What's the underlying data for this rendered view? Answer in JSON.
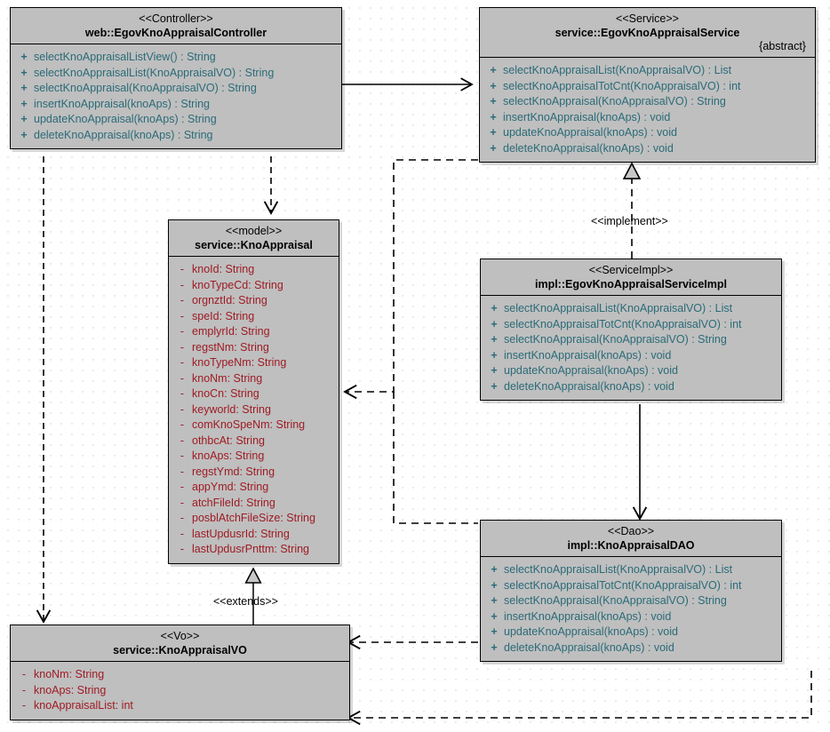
{
  "diagram": {
    "title": "EgovKnoAppraisal UML Class Diagram",
    "colors": {
      "box_fill": "#bfbfbf",
      "border": "#000000",
      "operation_text": "#2a6b78",
      "attribute_text": "#9e1b24",
      "canvas": "#ffffff",
      "grid_dot": "#b0b0b0"
    }
  },
  "classes": {
    "controller": {
      "stereotype": "<<Controller>>",
      "name": "web::EgovKnoAppraisalController",
      "members": [
        {
          "vis": "+",
          "text": "selectKnoAppraisalListView() : String"
        },
        {
          "vis": "+",
          "text": "selectKnoAppraisalList(KnoAppraisalVO) : String"
        },
        {
          "vis": "+",
          "text": "selectKnoAppraisal(KnoAppraisalVO) : String"
        },
        {
          "vis": "+",
          "text": "insertKnoAppraisal(knoAps) : String"
        },
        {
          "vis": "+",
          "text": "updateKnoAppraisal(knoAps) : String"
        },
        {
          "vis": "+",
          "text": "deleteKnoAppraisal(knoAps) : String"
        }
      ]
    },
    "service": {
      "stereotype": "<<Service>>",
      "name": "service::EgovKnoAppraisalService",
      "tag": "{abstract}",
      "members": [
        {
          "vis": "+",
          "text": "selectKnoAppraisalList(KnoAppraisalVO) : List"
        },
        {
          "vis": "+",
          "text": "selectKnoAppraisalTotCnt(KnoAppraisalVO) : int"
        },
        {
          "vis": "+",
          "text": "selectKnoAppraisal(KnoAppraisalVO) : String"
        },
        {
          "vis": "+",
          "text": "insertKnoAppraisal(knoAps) : void"
        },
        {
          "vis": "+",
          "text": "updateKnoAppraisal(knoAps) : void"
        },
        {
          "vis": "+",
          "text": "deleteKnoAppraisal(knoAps) : void"
        }
      ]
    },
    "model": {
      "stereotype": "<<model>>",
      "name": "service::KnoAppraisal",
      "members": [
        {
          "vis": "-",
          "text": "knoId:  String"
        },
        {
          "vis": "-",
          "text": "knoTypeCd:  String"
        },
        {
          "vis": "-",
          "text": "orgnztId:  String"
        },
        {
          "vis": "-",
          "text": "speId:  String"
        },
        {
          "vis": "-",
          "text": "emplyrId:  String"
        },
        {
          "vis": "-",
          "text": "regstNm:  String"
        },
        {
          "vis": "-",
          "text": "knoTypeNm:  String"
        },
        {
          "vis": "-",
          "text": "knoNm:  String"
        },
        {
          "vis": "-",
          "text": "knoCn:  String"
        },
        {
          "vis": "-",
          "text": "keyworld:  String"
        },
        {
          "vis": "-",
          "text": "comKnoSpeNm:  String"
        },
        {
          "vis": "-",
          "text": "othbcAt:  String"
        },
        {
          "vis": "-",
          "text": "knoAps:  String"
        },
        {
          "vis": "-",
          "text": "regstYmd:  String"
        },
        {
          "vis": "-",
          "text": "appYmd:  String"
        },
        {
          "vis": "-",
          "text": "atchFileId:  String"
        },
        {
          "vis": "-",
          "text": "posblAtchFileSize:  String"
        },
        {
          "vis": "-",
          "text": "lastUpdusrId:  String"
        },
        {
          "vis": "-",
          "text": "lastUpdusrPnttm:  String"
        }
      ]
    },
    "serviceimpl": {
      "stereotype": "<<ServiceImpl>>",
      "name": "impl::EgovKnoAppraisalServiceImpl",
      "members": [
        {
          "vis": "+",
          "text": "selectKnoAppraisalList(KnoAppraisalVO) : List"
        },
        {
          "vis": "+",
          "text": "selectKnoAppraisalTotCnt(KnoAppraisalVO) : int"
        },
        {
          "vis": "+",
          "text": "selectKnoAppraisal(KnoAppraisalVO) : String"
        },
        {
          "vis": "+",
          "text": "insertKnoAppraisal(knoAps) : void"
        },
        {
          "vis": "+",
          "text": "updateKnoAppraisal(knoAps) : void"
        },
        {
          "vis": "+",
          "text": "deleteKnoAppraisal(knoAps) : void"
        }
      ]
    },
    "dao": {
      "stereotype": "<<Dao>>",
      "name": "impl::KnoAppraisalDAO",
      "members": [
        {
          "vis": "+",
          "text": "selectKnoAppraisalList(KnoAppraisalVO) : List"
        },
        {
          "vis": "+",
          "text": "selectKnoAppraisalTotCnt(KnoAppraisalVO) : int"
        },
        {
          "vis": "+",
          "text": "selectKnoAppraisal(KnoAppraisalVO) : String"
        },
        {
          "vis": "+",
          "text": "insertKnoAppraisal(knoAps) : void"
        },
        {
          "vis": "+",
          "text": "updateKnoAppraisal(knoAps) : void"
        },
        {
          "vis": "+",
          "text": "deleteKnoAppraisal(knoAps) : void"
        }
      ]
    },
    "vo": {
      "stereotype": "<<Vo>>",
      "name": "service::KnoAppraisalVO",
      "members": [
        {
          "vis": "-",
          "text": "knoNm:  String"
        },
        {
          "vis": "-",
          "text": "knoAps:  String"
        },
        {
          "vis": "-",
          "text": "knoAppraisalList:  int"
        }
      ]
    }
  },
  "edges": {
    "implement_label": "<<implement>>",
    "extends_label": "<<extends>>"
  }
}
